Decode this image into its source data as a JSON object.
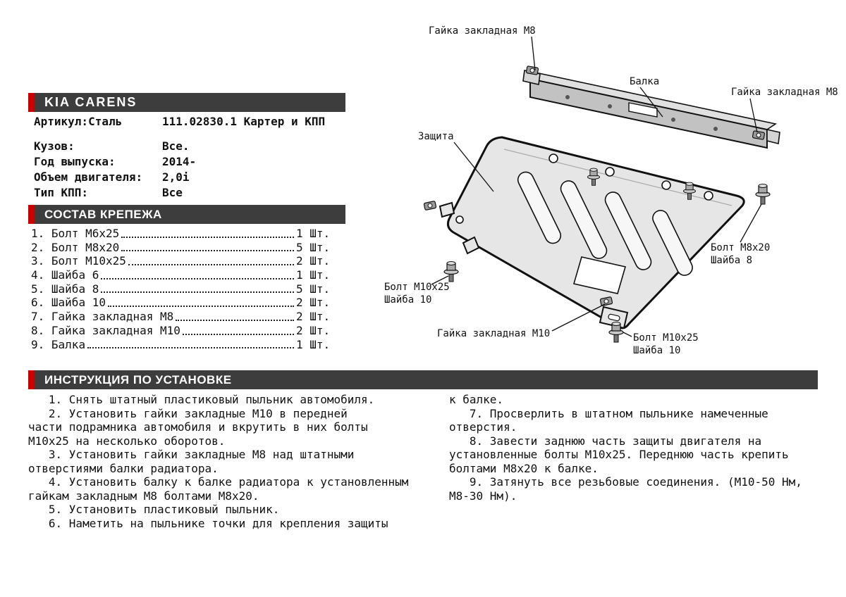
{
  "brand": {
    "title": "KIA CARENS"
  },
  "article": {
    "label": "Артикул:Сталь",
    "value": "111.02830.1 Картер и КПП"
  },
  "specs": [
    {
      "label": "Кузов:",
      "value": "Все."
    },
    {
      "label": "Год выпуска:",
      "value": "2014-"
    },
    {
      "label": "Объем двигателя:",
      "value": "2,0i"
    },
    {
      "label": "Тип КПП:",
      "value": "Все"
    }
  ],
  "hardware": {
    "title": "СОСТАВ КРЕПЕЖА",
    "items": [
      {
        "num": "1.",
        "name": "Болт М6х25",
        "qty": "1 Шт."
      },
      {
        "num": "2.",
        "name": "Болт М8х20",
        "qty": "5 Шт."
      },
      {
        "num": "3.",
        "name": "Болт М10х25",
        "qty": "2 Шт."
      },
      {
        "num": "4.",
        "name": "Шайба 6",
        "qty": "1 Шт."
      },
      {
        "num": "5.",
        "name": "Шайба 8",
        "qty": "5 Шт."
      },
      {
        "num": "6.",
        "name": "Шайба 10",
        "qty": "2 Шт."
      },
      {
        "num": "7.",
        "name": "Гайка закладная М8",
        "qty": "2 Шт."
      },
      {
        "num": "8.",
        "name": "Гайка закладная М10",
        "qty": "2 Шт."
      },
      {
        "num": "9.",
        "name": "Балка",
        "qty": "1 Шт."
      }
    ]
  },
  "diagram": {
    "labels": {
      "nut_m8_left": "Гайка закладная М8",
      "beam": "Балка",
      "nut_m8_right": "Гайка закладная М8",
      "shield": "Защита",
      "bolt_m8": "Болт М8х20",
      "washer_8": "Шайба 8",
      "bolt_m10_left": "Болт М10х25",
      "washer_10_left": "Шайба 10",
      "nut_m10": "Гайка закладная М10",
      "bolt_m10_bottom": "Болт М10х25",
      "washer_10_bottom": "Шайба 10"
    }
  },
  "instructions": {
    "title": "ИНСТРУКЦИЯ ПО УСТАНОВКЕ",
    "left_lines": [
      "   1. Снять штатный пластиковый пыльник автомобиля.",
      "   2. Установить гайки закладные М10 в передней",
      "части подрамника автомобиля и вкрутить в них болты",
      "М10х25 на несколько оборотов.",
      "   3. Установить гайки закладные М8 над штатными",
      "отверстиями балки радиатора.",
      "   4. Установить балку к балке радиатора к установленным",
      "гайкам закладным М8 болтами М8х20.",
      "   5. Установить пластиковый пыльник.",
      "   6. Наметить на пыльнике точки для крепления защиты"
    ],
    "right_lines": [
      "к балке.",
      "   7. Просверлить в штатном пыльнике намеченные",
      "отверстия.",
      "   8. Завести заднюю часть защиты двигателя на",
      "установленные болты М10х25. Переднюю часть крепить",
      "болтами М8х20 к балке.",
      "   9. Затянуть все резьбовые соединения. (М10-50 Нм,",
      "М8-30 Нм)."
    ]
  },
  "colors": {
    "accent_red": "#cc0000",
    "bar_dark": "#3d3d3d"
  }
}
